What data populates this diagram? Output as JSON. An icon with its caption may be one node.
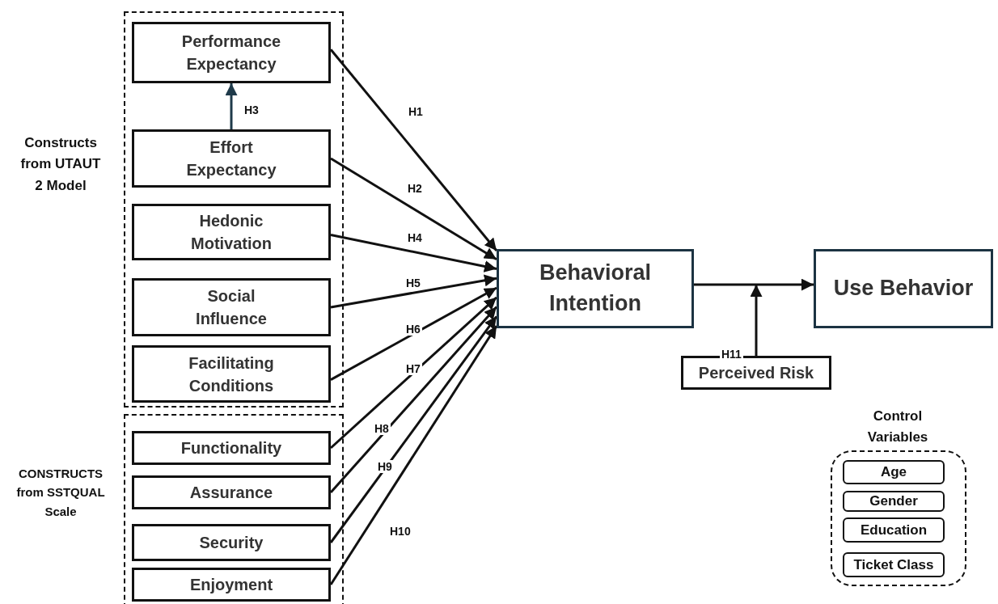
{
  "diagram": {
    "nodes": [
      {
        "text": [
          "Constructs from UTAUT 2 Model"
        ]
      },
      {
        "text": [
          "Performance Expectancy"
        ],
        "in": 0
      },
      {
        "text": [
          "Effort Expectancy"
        ],
        "in": 0
      },
      {
        "text": [
          "Hedonic Motivation"
        ],
        "in": 0
      },
      {
        "text": [
          "Social Influence"
        ],
        "in": 0
      },
      {
        "text": [
          "Facilitating Conditions"
        ],
        "in": 0
      },
      {
        "text": [
          "CONSTRUCTS from SSTQUAL Scale"
        ]
      },
      {
        "text": [
          "Functionality"
        ],
        "in": 6
      },
      {
        "text": [
          "Assurance"
        ],
        "in": 6
      },
      {
        "text": [
          "Security"
        ],
        "in": 6
      },
      {
        "text": [
          "Enjoyment"
        ],
        "in": 6
      },
      {
        "text": [
          "Behavioral Intention"
        ]
      },
      {
        "text": [
          "Use Behavior"
        ]
      },
      {
        "text": [
          "Perceived Risk"
        ]
      },
      {
        "text": [
          "Control Variables"
        ]
      },
      {
        "text": [
          "Age"
        ],
        "in": 14
      },
      {
        "text": [
          "Gender"
        ],
        "in": 14
      },
      {
        "text": [
          "Education"
        ],
        "in": 14
      },
      {
        "text": [
          "Ticket Class"
        ],
        "in": 14
      }
    ],
    "edges": [
      {
        "from": 2,
        "to": 1,
        "arrow": "to",
        "label": "H3",
        "color": "#1f3a4a"
      },
      {
        "from": 1,
        "to": 11,
        "arrow": "to",
        "label": "H1"
      },
      {
        "from": 2,
        "to": 11,
        "arrow": "to",
        "label": "H2"
      },
      {
        "from": 3,
        "to": 11,
        "arrow": "to",
        "label": "H4"
      },
      {
        "from": 4,
        "to": 11,
        "arrow": "to",
        "label": "H5"
      },
      {
        "from": 5,
        "to": 11,
        "arrow": "to",
        "label": "H6"
      },
      {
        "from": 7,
        "to": 11,
        "arrow": "to",
        "label": "H7"
      },
      {
        "from": 8,
        "to": 11,
        "arrow": "to",
        "label": "H8"
      },
      {
        "from": 9,
        "to": 11,
        "arrow": "to",
        "label": "H9"
      },
      {
        "from": 10,
        "to": 11,
        "arrow": "to",
        "label": "H10"
      },
      {
        "from": 11,
        "to": 12,
        "arrow": "to"
      },
      {
        "from": 13,
        "to": null,
        "arrow": "to",
        "label": "H11"
      }
    ]
  }
}
